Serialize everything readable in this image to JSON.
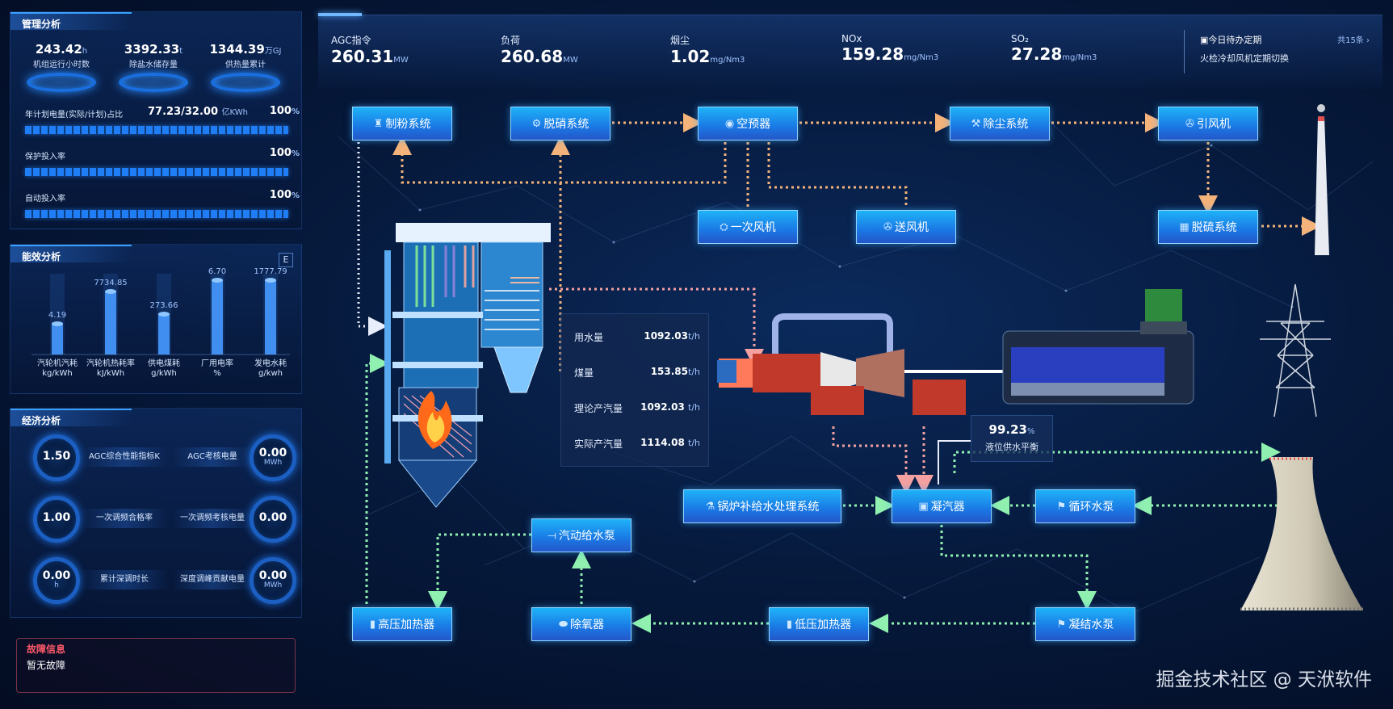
{
  "colors": {
    "accent": "#1f7df5",
    "node": "#1a78e4",
    "orange_flow": "#f4b37a",
    "green_flow": "#8ff0b0",
    "pink_flow": "#f4a0a0",
    "fault": "#ff5a6a"
  },
  "management": {
    "title": "管理分析",
    "kpis": [
      {
        "value": "243.42",
        "unit": "h",
        "label": "机组运行小时数"
      },
      {
        "value": "3392.33",
        "unit": "t",
        "label": "除盐水储存量"
      },
      {
        "value": "1344.39",
        "unit": "万GJ",
        "label": "供热量累计"
      }
    ],
    "rates": [
      {
        "label": "年计划电量(实际/计划)占比",
        "mid": "77.23/32.00",
        "mid_unit": "亿KWh",
        "pct": "100",
        "pct_unit": "%",
        "fill": 1.0
      },
      {
        "label": "保护投入率",
        "pct": "100",
        "pct_unit": "%",
        "fill": 1.0
      },
      {
        "label": "自动投入率",
        "pct": "100",
        "pct_unit": "%",
        "fill": 1.0
      }
    ]
  },
  "efficiency": {
    "title": "能效分析",
    "mini_btn": "E"
  },
  "chart_data": {
    "type": "bar",
    "categories": [
      "汽轮机汽耗",
      "汽轮机热耗率",
      "供电煤耗",
      "厂用电率",
      "发电水耗"
    ],
    "units": [
      "kg/kWh",
      "kJ/kWh",
      "g/kWh",
      "%",
      "g/kwh"
    ],
    "values": [
      4.19,
      7734.85,
      273.66,
      6.7,
      1777.79
    ],
    "value_labels": [
      "4.19",
      "7734.85",
      "273.66",
      "6.70",
      "1777.79"
    ],
    "bar_heights_rel": [
      0.38,
      0.78,
      0.5,
      0.92,
      0.92
    ],
    "grid": false
  },
  "economy": {
    "title": "经济分析",
    "rows": [
      {
        "left_value": "1.50",
        "left_unit": "",
        "left_label": "AGC综合性能指标K",
        "right_label": "AGC考核电量",
        "right_value": "0.00",
        "right_unit": "MWh"
      },
      {
        "left_value": "1.00",
        "left_unit": "",
        "left_label": "一次调频合格率",
        "right_label": "一次调频考核电量",
        "right_value": "0.00",
        "right_unit": "MWh"
      },
      {
        "left_value": "0.00",
        "left_unit": "h",
        "left_label": "累计深调时长",
        "right_label": "深度调峰贡献电量",
        "right_value": "0.00",
        "right_unit": "MWh"
      }
    ]
  },
  "fault": {
    "title": "故障信息",
    "status": "暂无故障"
  },
  "top_metrics": [
    {
      "label": "AGC指令",
      "value": "260.31",
      "unit": "MW"
    },
    {
      "label": "负荷",
      "value": "260.68",
      "unit": "MW"
    },
    {
      "label": "烟尘",
      "value": "1.02",
      "unit": "mg/Nm3"
    },
    {
      "label": "NOx",
      "value": "159.28",
      "unit": "mg/Nm3"
    },
    {
      "label": "SO₂",
      "value": "27.28",
      "unit": "mg/Nm3"
    }
  ],
  "todo": {
    "title": "今日待办定期",
    "count": "共15条",
    "item": "火检冷却风机定期切换"
  },
  "nodes": {
    "pulverizer": "制粉系统",
    "denitration": "脱硝系统",
    "air_preheater": "空预器",
    "dust_removal": "除尘系统",
    "induced_fan": "引风机",
    "primary_fan": "一次风机",
    "forced_fan": "送风机",
    "desulfurization": "脱硫系统",
    "boiler_water_treatment": "锅炉补给水处理系统",
    "condenser": "凝汽器",
    "circulating_pump": "循环水泵",
    "steam_feed_pump": "汽动给水泵",
    "hp_heater": "高压加热器",
    "deaerator": "除氧器",
    "lp_heater": "低压加热器",
    "condensate_pump": "凝结水泵"
  },
  "steam_info": [
    {
      "label": "用水量",
      "value": "1092.03",
      "unit": "t/h"
    },
    {
      "label": "煤量",
      "value": "153.85",
      "unit": "t/h"
    },
    {
      "label": "理论产汽量",
      "value": "1092.03",
      "unit": "t/h"
    },
    {
      "label": "实际产汽量",
      "value": "1114.08",
      "unit": "t/h"
    }
  ],
  "balance": {
    "value": "99.23",
    "unit": "%",
    "label": "液位供水平衡"
  },
  "watermark": "掘金技术社区 @ 天洑软件"
}
